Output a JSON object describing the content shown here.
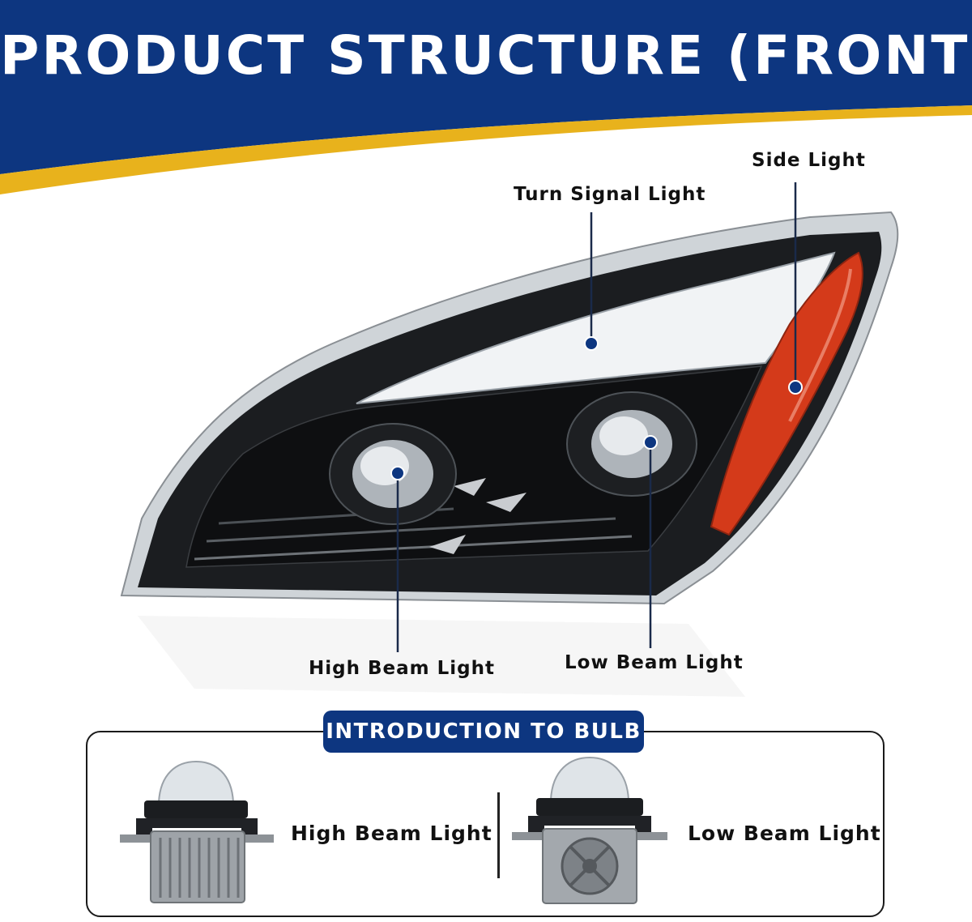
{
  "banner": {
    "title": "PRODUCT STRUCTURE (FRONT)",
    "colors": {
      "navy": "#0d3680",
      "gold": "#e8b21c"
    }
  },
  "callouts": {
    "turn_signal": "Turn Signal Light",
    "side": "Side Light",
    "high_beam": "High Beam Light",
    "low_beam": "Low Beam Light"
  },
  "intro": {
    "title": "INTRODUCTION TO BULB",
    "high_beam_label": "High Beam Light",
    "low_beam_label": "Low Beam Light"
  }
}
